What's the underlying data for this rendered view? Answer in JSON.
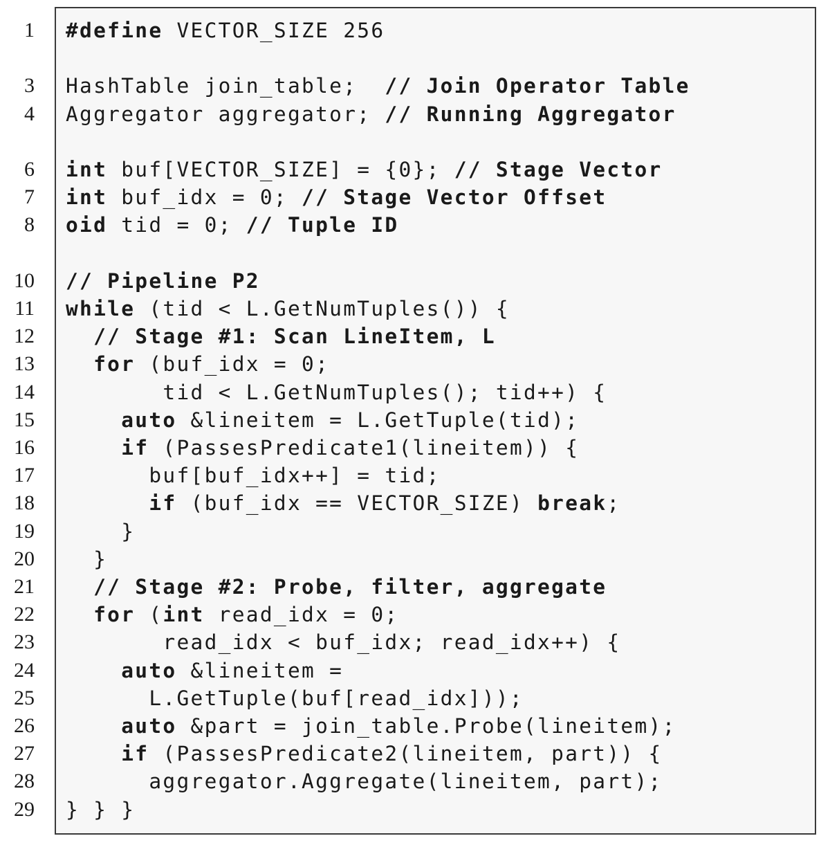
{
  "listing": {
    "lines": [
      {
        "n": "1",
        "segments": [
          {
            "t": "#define",
            "k": "kw"
          },
          {
            "t": " VECTOR_SIZE 256",
            "k": "tx"
          }
        ]
      },
      {
        "n": "3",
        "segments": [
          {
            "t": "HashTable join_table;  ",
            "k": "tx"
          },
          {
            "t": "// Join Operator Table",
            "k": "cm"
          }
        ]
      },
      {
        "n": "4",
        "segments": [
          {
            "t": "Aggregator aggregator; ",
            "k": "tx"
          },
          {
            "t": "// Running Aggregator",
            "k": "cm"
          }
        ]
      },
      {
        "n": "6",
        "segments": [
          {
            "t": "int",
            "k": "kw"
          },
          {
            "t": " buf[VECTOR_SIZE] = {0}; ",
            "k": "tx"
          },
          {
            "t": "// Stage Vector",
            "k": "cm"
          }
        ]
      },
      {
        "n": "7",
        "segments": [
          {
            "t": "int",
            "k": "kw"
          },
          {
            "t": " buf_idx = 0; ",
            "k": "tx"
          },
          {
            "t": "// Stage Vector Offset",
            "k": "cm"
          }
        ]
      },
      {
        "n": "8",
        "segments": [
          {
            "t": "oid",
            "k": "kw"
          },
          {
            "t": " tid = 0; ",
            "k": "tx"
          },
          {
            "t": "// Tuple ID",
            "k": "cm"
          }
        ]
      },
      {
        "n": "10",
        "segments": [
          {
            "t": "// Pipeline P2",
            "k": "cm"
          }
        ]
      },
      {
        "n": "11",
        "segments": [
          {
            "t": "while",
            "k": "kw"
          },
          {
            "t": " (tid < L.GetNumTuples()) {",
            "k": "tx"
          }
        ]
      },
      {
        "n": "12",
        "segments": [
          {
            "t": "  ",
            "k": "tx"
          },
          {
            "t": "// Stage #1: Scan LineItem, L",
            "k": "cm"
          }
        ]
      },
      {
        "n": "13",
        "segments": [
          {
            "t": "  ",
            "k": "tx"
          },
          {
            "t": "for",
            "k": "kw"
          },
          {
            "t": " (buf_idx = 0;",
            "k": "tx"
          }
        ]
      },
      {
        "n": "14",
        "segments": [
          {
            "t": "       tid < L.GetNumTuples(); tid++) {",
            "k": "tx"
          }
        ]
      },
      {
        "n": "15",
        "segments": [
          {
            "t": "    ",
            "k": "tx"
          },
          {
            "t": "auto",
            "k": "kw"
          },
          {
            "t": " &lineitem = L.GetTuple(tid);",
            "k": "tx"
          }
        ]
      },
      {
        "n": "16",
        "segments": [
          {
            "t": "    ",
            "k": "tx"
          },
          {
            "t": "if",
            "k": "kw"
          },
          {
            "t": " (PassesPredicate1(lineitem)) {",
            "k": "tx"
          }
        ]
      },
      {
        "n": "17",
        "segments": [
          {
            "t": "      buf[buf_idx++] = tid;",
            "k": "tx"
          }
        ]
      },
      {
        "n": "18",
        "segments": [
          {
            "t": "      ",
            "k": "tx"
          },
          {
            "t": "if",
            "k": "kw"
          },
          {
            "t": " (buf_idx == VECTOR_SIZE) ",
            "k": "tx"
          },
          {
            "t": "break",
            "k": "kw"
          },
          {
            "t": ";",
            "k": "tx"
          }
        ]
      },
      {
        "n": "19",
        "segments": [
          {
            "t": "    }",
            "k": "tx"
          }
        ]
      },
      {
        "n": "20",
        "segments": [
          {
            "t": "  }",
            "k": "tx"
          }
        ]
      },
      {
        "n": "21",
        "segments": [
          {
            "t": "  ",
            "k": "tx"
          },
          {
            "t": "// Stage #2: Probe, filter, aggregate",
            "k": "cm"
          }
        ]
      },
      {
        "n": "22",
        "segments": [
          {
            "t": "  ",
            "k": "tx"
          },
          {
            "t": "for",
            "k": "kw"
          },
          {
            "t": " (",
            "k": "tx"
          },
          {
            "t": "int",
            "k": "kw"
          },
          {
            "t": " read_idx = 0;",
            "k": "tx"
          }
        ]
      },
      {
        "n": "23",
        "segments": [
          {
            "t": "       read_idx < buf_idx; read_idx++) {",
            "k": "tx"
          }
        ]
      },
      {
        "n": "24",
        "segments": [
          {
            "t": "    ",
            "k": "tx"
          },
          {
            "t": "auto",
            "k": "kw"
          },
          {
            "t": " &lineitem =",
            "k": "tx"
          }
        ]
      },
      {
        "n": "25",
        "segments": [
          {
            "t": "      L.GetTuple(buf[read_idx]));",
            "k": "tx"
          }
        ]
      },
      {
        "n": "26",
        "segments": [
          {
            "t": "    ",
            "k": "tx"
          },
          {
            "t": "auto",
            "k": "kw"
          },
          {
            "t": " &part = join_table.Probe(lineitem);",
            "k": "tx"
          }
        ]
      },
      {
        "n": "27",
        "segments": [
          {
            "t": "    ",
            "k": "tx"
          },
          {
            "t": "if",
            "k": "kw"
          },
          {
            "t": " (PassesPredicate2(lineitem, part)) {",
            "k": "tx"
          }
        ]
      },
      {
        "n": "28",
        "segments": [
          {
            "t": "      aggregator.Aggregate(lineitem, part);",
            "k": "tx"
          }
        ]
      },
      {
        "n": "29",
        "segments": [
          {
            "t": "} } }",
            "k": "tx"
          }
        ]
      }
    ]
  }
}
